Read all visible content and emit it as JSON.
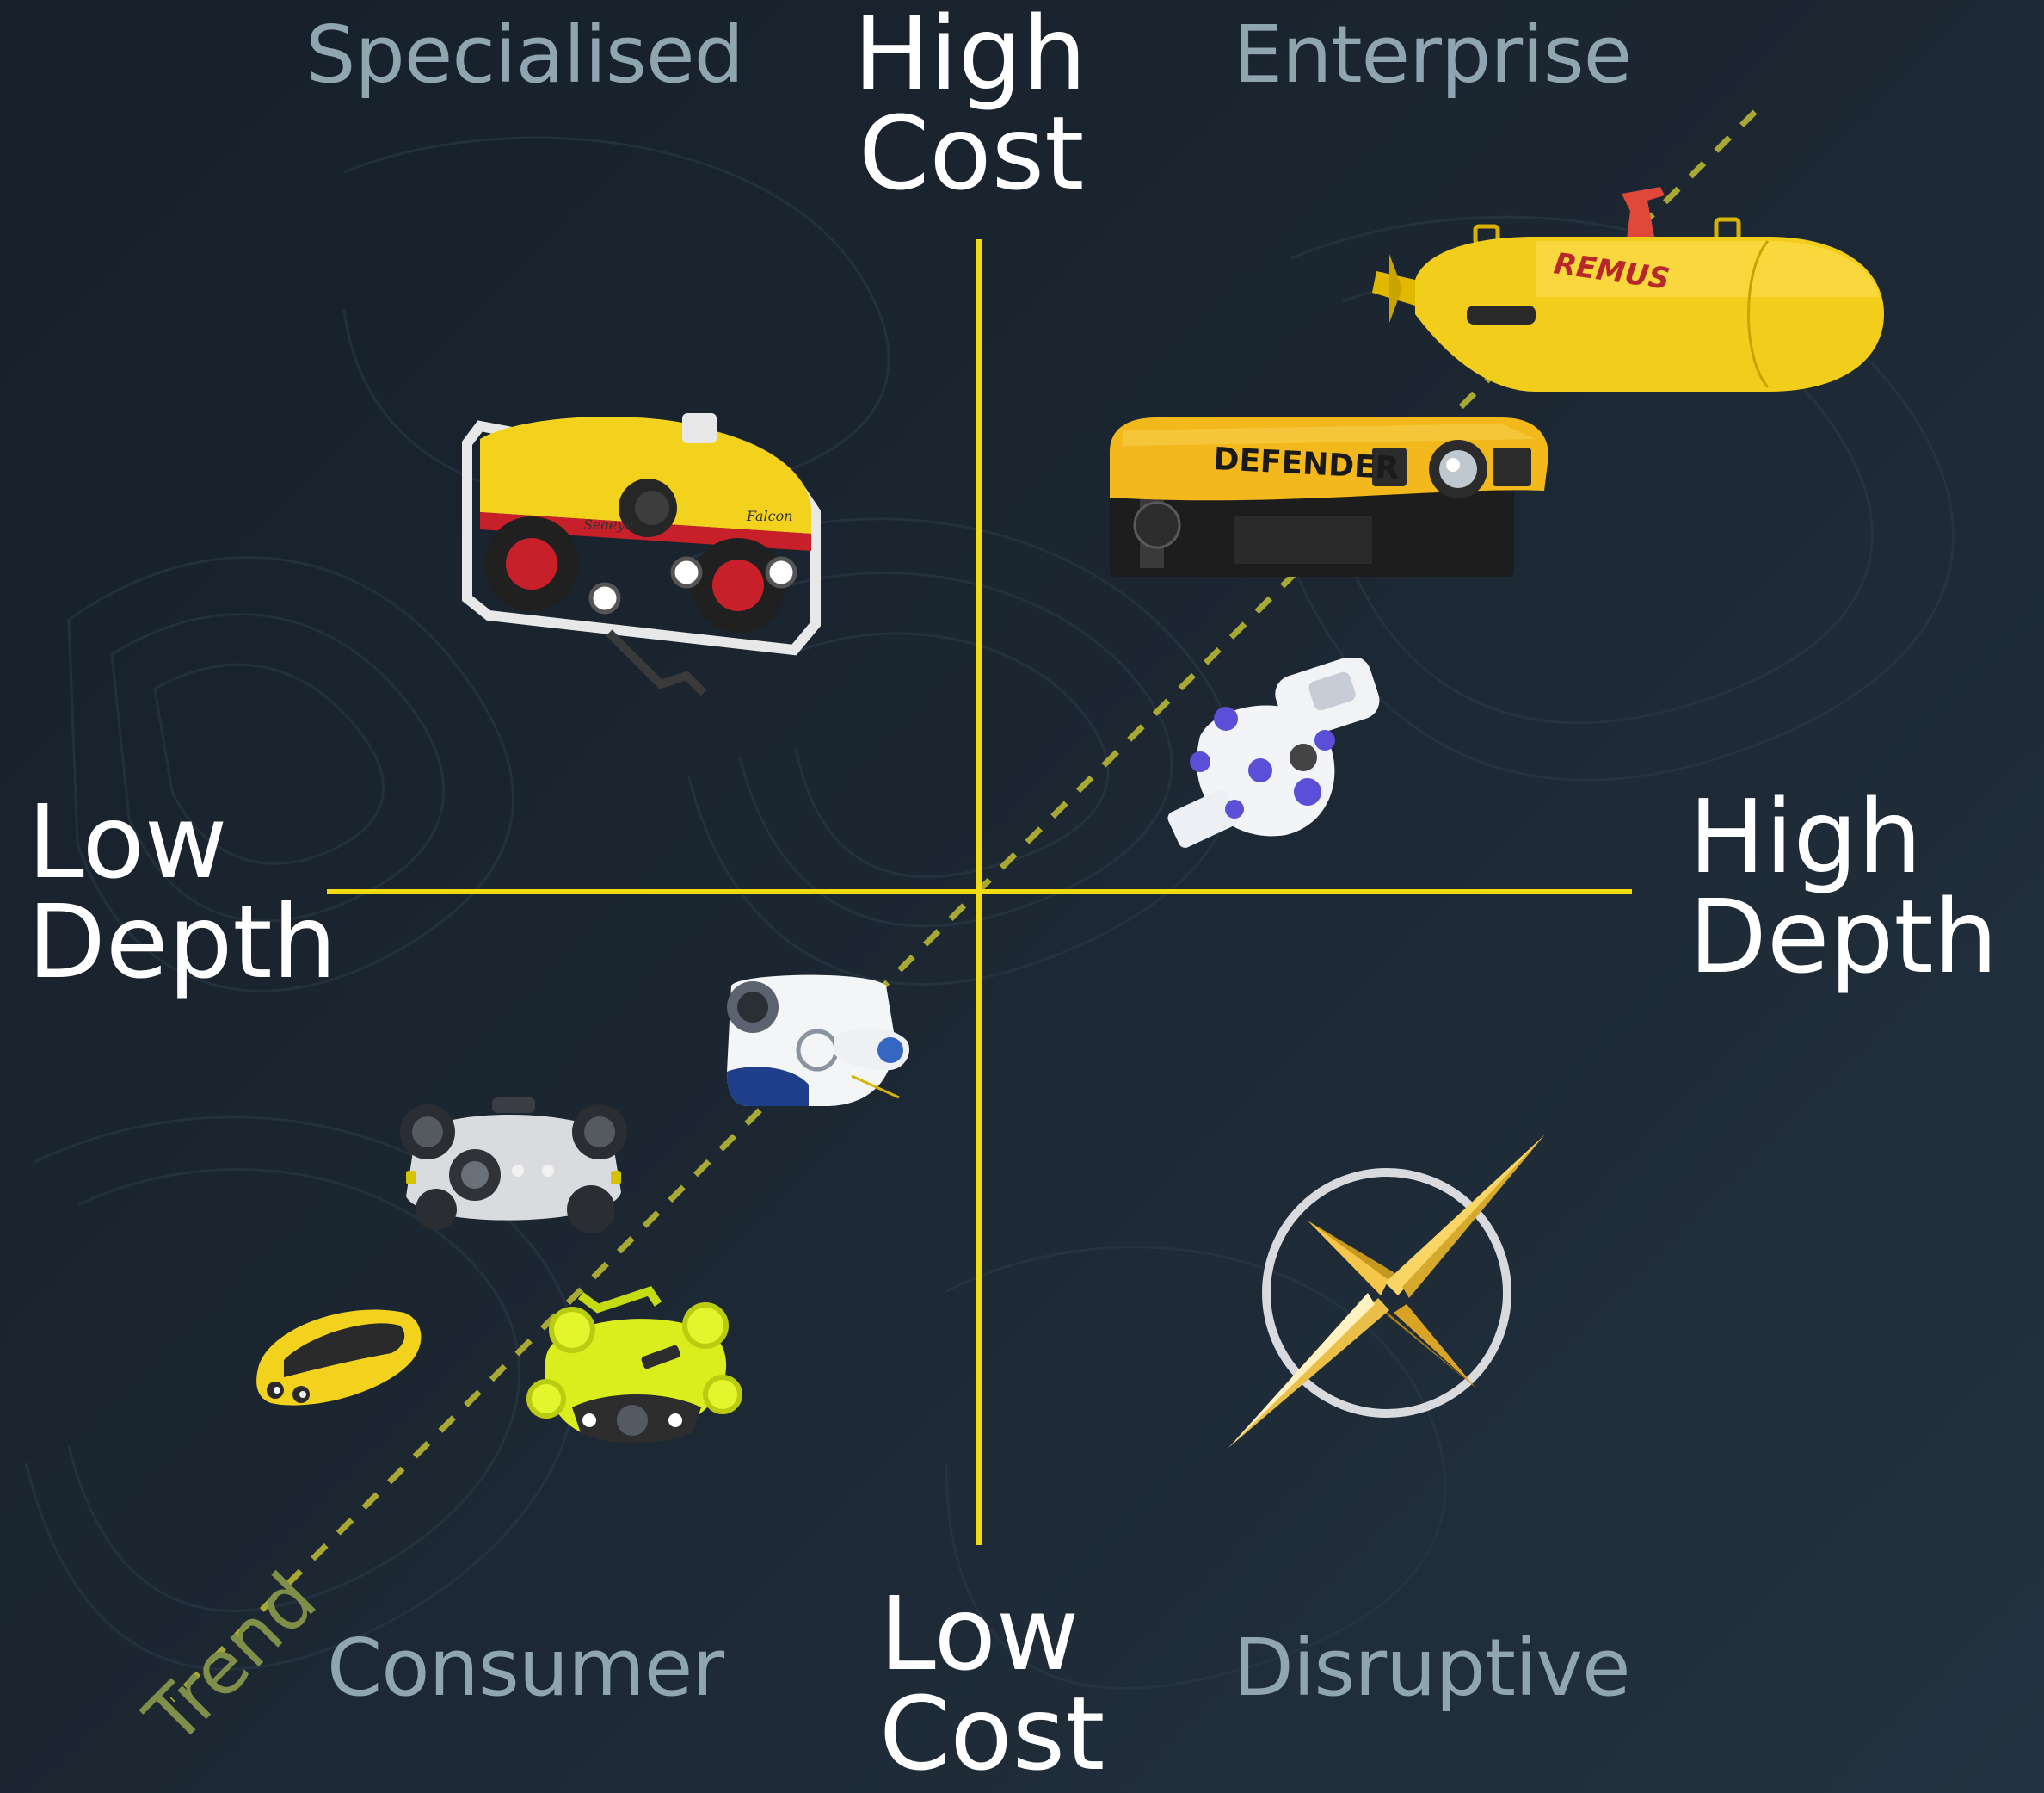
{
  "quadrants": {
    "top_left": "Specialised",
    "top_right": "Enterprise",
    "bottom_left": "Consumer",
    "bottom_right": "Disruptive"
  },
  "axes": {
    "top": [
      "High",
      "Cost"
    ],
    "bottom": [
      "Low",
      "Cost"
    ],
    "left": [
      "Low",
      "Depth"
    ],
    "right": [
      "High",
      "Depth"
    ]
  },
  "trend_label": "Trend",
  "device_labels": {
    "auv": "REMUS",
    "defender": "DEFENDER",
    "seaeye": "Seaeye",
    "falcon": "Falcon"
  },
  "colors": {
    "axis_line": "#f2dc10",
    "trend_line": "#a8a832",
    "quadrant_text": "#8fa6b0",
    "axis_text": "#ffffff",
    "accent_yellow": "#f5d21a"
  },
  "icons": {
    "auv": "remus-auv-icon",
    "defender": "defender-rov-icon",
    "falcon": "seaeye-falcon-rov-icon",
    "white_rov": "white-compact-rov-icon",
    "blueye": "blueye-drone-icon",
    "chasing": "grey-underwater-drone-icon",
    "yellow_small": "yellow-small-drone-icon",
    "fifish": "fifish-drone-icon",
    "logo": "disruptive-x-logo-icon"
  }
}
